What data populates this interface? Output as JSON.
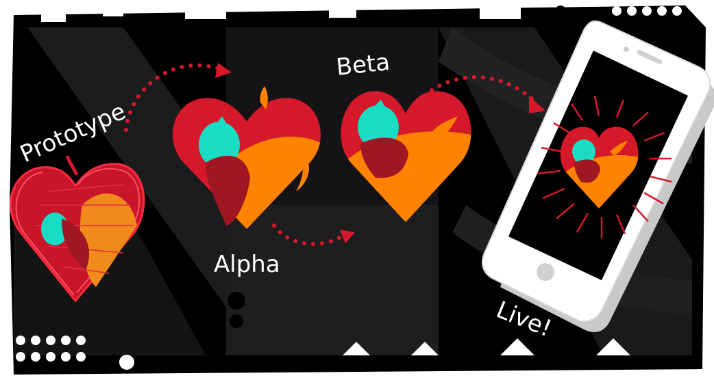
{
  "diagram": {
    "stages": [
      {
        "label": "Prototype"
      },
      {
        "label": "Alpha"
      },
      {
        "label": "Beta"
      },
      {
        "label": "Live!"
      }
    ]
  },
  "colors": {
    "background": "#000000",
    "panel": "#1c1c1e",
    "heart_red": "#d6192a",
    "heart_orange": "#ff8200",
    "chili_teal": "#19dcc5",
    "chili_dark": "#9e1722",
    "arrow": "#d6192a",
    "phone_body": "#ffffff",
    "phone_screen": "#000000",
    "label_text": "#ffffff"
  },
  "icons": [
    "heart-chili-logo-icon",
    "dotted-arrow-icon",
    "smartphone-icon",
    "rays-icon"
  ]
}
